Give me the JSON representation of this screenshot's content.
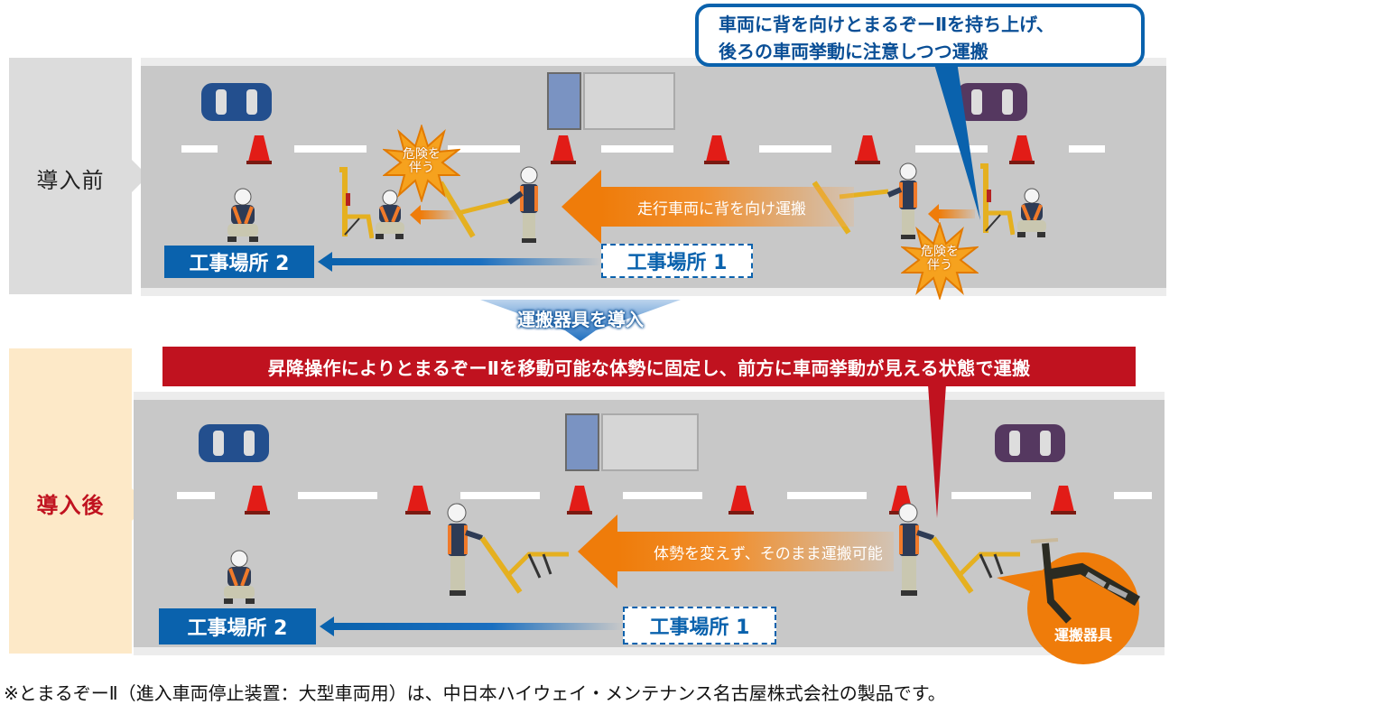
{
  "before": {
    "label": "導入前",
    "callout": {
      "line1": "車両に背を向けとまるぞーⅡを持ち上げ、",
      "line2": "後ろの車両挙動に注意しつつ運搬"
    },
    "arrow_text": "走行車両に背を向け運搬",
    "danger_line1": "危険を",
    "danger_line2": "伴う",
    "site2": "工事場所 2",
    "site1": "工事場所 1"
  },
  "transition": {
    "label": "運搬器具を導入"
  },
  "after": {
    "label": "導入後",
    "banner": "昇降操作によりとまるぞーⅡを移動可能な体勢に固定し、前方に車両挙動が見える状態で運搬",
    "arrow_text": "体勢を変えず、そのまま運搬可能",
    "device_label": "運搬器具",
    "site2": "工事場所 2",
    "site1": "工事場所 1"
  },
  "footnote": "※とまるぞーⅡ（進入車両停止装置：大型車両用）は、中日本ハイウェイ・メンテナンス名古屋株式会社の製品です。",
  "colors": {
    "blue": "#0a62ad",
    "red": "#c0121f",
    "orange": "#ef7c0a",
    "road": "#c8c8c8",
    "before_panel": "#dcdcdc",
    "after_panel": "#fde9c8"
  },
  "icons": [
    "car-icon",
    "truck-icon",
    "traffic-cone-icon",
    "worker-icon",
    "stopper-device-icon",
    "danger-burst-icon",
    "arrow-left-icon"
  ]
}
